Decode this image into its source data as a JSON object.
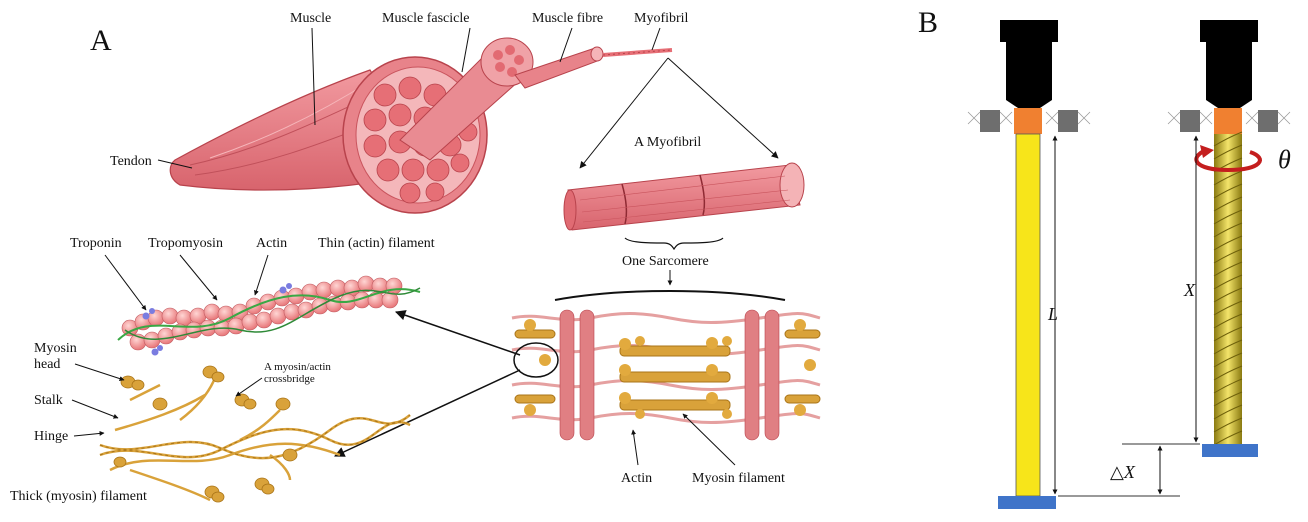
{
  "panel_a": {
    "panel_label": "A",
    "labels": {
      "muscle": "Muscle",
      "muscle_fascicle": "Muscle fascicle",
      "muscle_fibre": "Muscle fibre",
      "myofibril": "Myofibril",
      "tendon": "Tendon",
      "a_myofibril": "A Myofibril",
      "one_sarcomere": "One Sarcomere",
      "troponin": "Troponin",
      "tropomyosin": "Tropomyosin",
      "actin_top": "Actin",
      "thin_filament": "Thin (actin) filament",
      "myosin_head_1": "Myosin",
      "myosin_head_2": "head",
      "crossbridge_1": "A myosin/actin",
      "crossbridge_2": "crossbridge",
      "stalk": "Stalk",
      "hinge": "Hinge",
      "thick_filament": "Thick (myosin) filament",
      "actin_bottom": "Actin",
      "myosin_filament": "Myosin filament"
    },
    "colors": {
      "muscle": "#e8838a",
      "muscle_dark": "#b8434c",
      "muscle_light": "#f7c6c8",
      "myosin": "#d9a23a",
      "myosin_dark": "#a97418",
      "tropomyosin": "#3aa845",
      "troponin": "#7a7ce0"
    }
  },
  "panel_b": {
    "panel_label": "B",
    "symbols": {
      "length": "L",
      "theta": "θ",
      "x": "X",
      "delta_x": "△X"
    },
    "colors": {
      "motor": "#000000",
      "coupler": "#f08030",
      "fiber": "#f7e51a",
      "twisted_fiber": "#e9d23a",
      "base": "#3f74c9",
      "clamp": "#6e6e6e",
      "rotation": "#c41e1e"
    }
  }
}
